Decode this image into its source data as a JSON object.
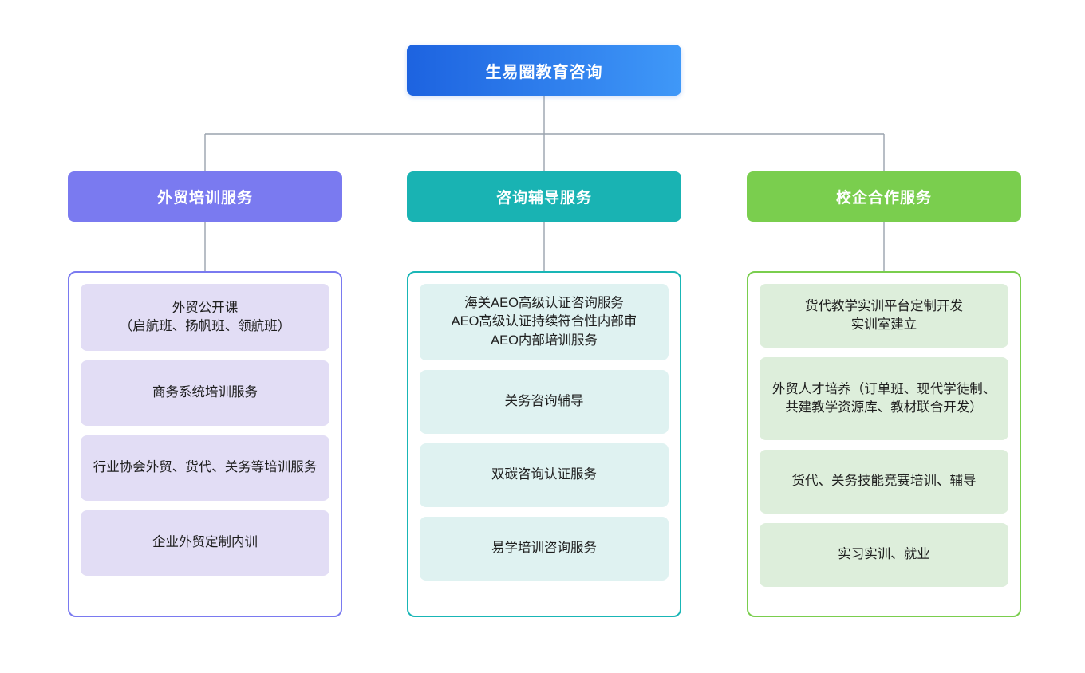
{
  "colors": {
    "root_gradient_start": "#1d63e0",
    "root_gradient_end": "#3f98f8",
    "connector_line": "#9aa3ae",
    "branch_purple": "#7a7af0",
    "branch_purple_border": "#7a7af0",
    "branch_purple_leaf_bg": "#e2ddf5",
    "branch_teal": "#19b3b3",
    "branch_teal_border": "#19b6b6",
    "branch_teal_leaf_bg": "#dff2f1",
    "branch_green": "#7ace4e",
    "branch_green_border": "#7ace4e",
    "branch_green_leaf_bg": "#ddeedb",
    "leaf_text": "#1f1f1f",
    "header_text": "#ffffff",
    "page_background": "#ffffff"
  },
  "chart_data": {
    "type": "diagram",
    "diagram_type": "organizational-tree",
    "title": "生易圈教育咨询",
    "levels": 3,
    "root": "生易圈教育咨询",
    "branch_count": 3,
    "leaf_counts": [
      4,
      4,
      4
    ]
  },
  "root": {
    "label": "生易圈教育咨询"
  },
  "branches": [
    {
      "id": "foreign-trade-training",
      "header": "外贸培训服务",
      "color": "#7a7af0",
      "leaf_bg": "#e2ddf5",
      "border": "#7a7af0",
      "items": [
        "外贸公开课\n（启航班、扬帆班、领航班）",
        "商务系统培训服务",
        "行业协会外贸、货代、关务等培训服务",
        "企业外贸定制内训"
      ]
    },
    {
      "id": "consulting-tutoring",
      "header": "咨询辅导服务",
      "color": "#19b3b3",
      "leaf_bg": "#dff2f1",
      "border": "#19b6b6",
      "items": [
        "海关AEO高级认证咨询服务\nAEO高级认证持续符合性内部审\nAEO内部培训服务",
        "关务咨询辅导",
        "双碳咨询认证服务",
        "易学培训咨询服务"
      ]
    },
    {
      "id": "school-enterprise-cooperation",
      "header": "校企合作服务",
      "color": "#7ace4e",
      "leaf_bg": "#ddeedb",
      "border": "#7ace4e",
      "items": [
        "货代教学实训平台定制开发\n实训室建立",
        "外贸人才培养（订单班、现代学徒制、共建教学资源库、教材联合开发）",
        "货代、关务技能竞赛培训、辅导",
        "实习实训、就业"
      ]
    }
  ]
}
